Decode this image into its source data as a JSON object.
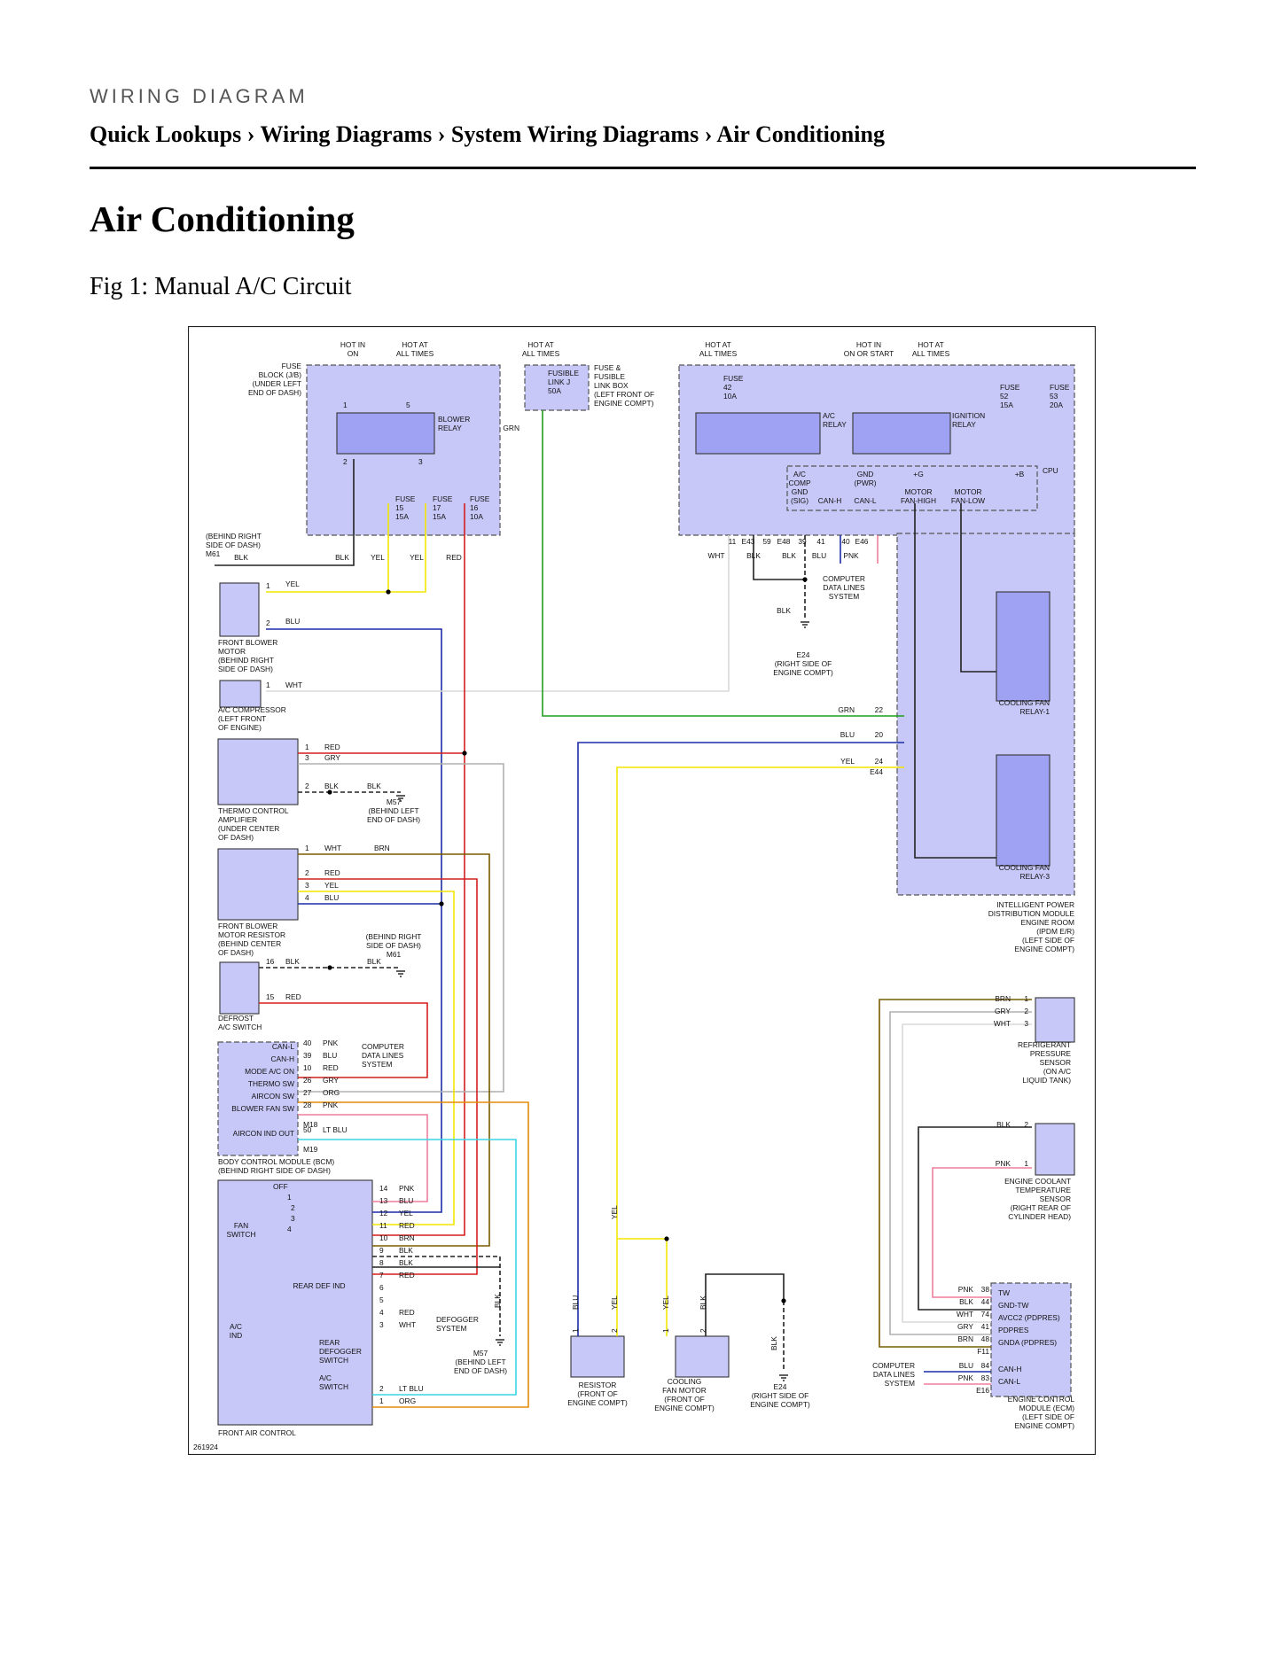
{
  "header": {
    "kicker": "WIRING DIAGRAM",
    "breadcrumb": [
      "Quick Lookups",
      "Wiring Diagrams",
      "System Wiring Diagrams",
      "Air Conditioning"
    ],
    "separator": " › "
  },
  "page_title": "Air Conditioning",
  "figure_caption": "Fig 1: Manual A/C Circuit",
  "diagram": {
    "figure_number": "261924",
    "colors": {
      "module_fill": "#c8c8f8",
      "relay_fill": "#9fa2f2",
      "YEL": "#f2e600",
      "BLU": "#1c2ca8",
      "RED": "#d41e1e",
      "GRY": "#b0b0b0",
      "BLK": "#222222",
      "WHT": "#d8d8d8",
      "BRN": "#7a5a00",
      "GRN": "#1f9e1f",
      "PNK": "#ef7f9a",
      "ORG": "#e58a0a",
      "LTBLU": "#3ad6e6"
    },
    "top_labels": {
      "hot_in_on": "HOT IN\nON",
      "hot_at_all_1": "HOT AT\nALL TIMES",
      "hot_at_all_2": "HOT AT\nALL TIMES",
      "hot_at_all_3": "HOT AT\nALL TIMES",
      "hot_in_on_or_start": "HOT IN\nON OR START",
      "hot_at_all_4": "HOT AT\nALL TIMES"
    },
    "fuse_block": {
      "label": "FUSE\nBLOCK (J/B)\n(UNDER LEFT\nEND OF DASH)",
      "relay": "BLOWER\nRELAY",
      "pins": [
        "1",
        "5",
        "2",
        "3"
      ],
      "fuses": [
        "FUSE\n15\n15A",
        "FUSE\n17\n15A",
        "FUSE\n16\n10A"
      ]
    },
    "fusible_link": {
      "text": "FUSIBLE\nLINK J\n50A",
      "box_label": "FUSE &\nFUSIBLE\nLINK BOX\n(LEFT FRONT OF\nENGINE COMPT)",
      "wire": "GRN"
    },
    "ipdm": {
      "fuse42": "FUSE\n42\n10A",
      "ac_relay": "A/C\nRELAY",
      "ign_relay": "IGNITION\nRELAY",
      "fuse52": "FUSE\n52\n15A",
      "fuse53": "FUSE\n53\n20A",
      "cpu": "CPU",
      "cpu_pins": [
        "A/C\nCOMP",
        "GND\n(PWR)",
        "+G",
        "+B",
        "GND\n(SIG)",
        "CAN-H",
        "CAN-L",
        "MOTOR\nFAN-HIGH",
        "MOTOR\nFAN-LOW"
      ],
      "connector_pins": [
        "11",
        "E43",
        "59",
        "E48",
        "39",
        "41",
        "40",
        "E46"
      ],
      "wires": [
        "WHT",
        "BLK",
        "BLK",
        "BLU",
        "PNK"
      ],
      "cdls": "COMPUTER\nDATA LINES\nSYSTEM",
      "ground_wire": "BLK",
      "ground": "E24\n(RIGHT SIDE OF\nENGINE COMPT)",
      "relay1": "COOLING FAN\nRELAY-1",
      "relay3": "COOLING FAN\nRELAY-3",
      "right_pins": [
        {
          "wire": "GRN",
          "pin": "22"
        },
        {
          "wire": "BLU",
          "pin": "20"
        },
        {
          "wire": "YEL",
          "pin": "24"
        }
      ],
      "conn_e44": "E44",
      "label": "INTELLIGENT POWER\nDISTRIBUTION MODULE\nENGINE ROOM\n(IPDM E/R)\n(LEFT SIDE OF\nENGINE COMPT)"
    },
    "left_components": {
      "ground_m61_top": "(BEHIND RIGHT\nSIDE OF DASH)\nM61",
      "top_wires": [
        "BLK",
        "BLK",
        "YEL",
        "YEL",
        "RED"
      ],
      "blower_motor": {
        "label": "FRONT BLOWER\nMOTOR\n(BEHIND RIGHT\nSIDE OF DASH)",
        "pins": [
          "1",
          "2"
        ],
        "wires": [
          "YEL",
          "BLU"
        ]
      },
      "compressor": {
        "label": "A/C COMPRESSOR\n(LEFT FRONT\nOF ENGINE)",
        "pin": "1",
        "wire": "WHT"
      },
      "thermo": {
        "label": "THERMO CONTROL\nAMPLIFIER\n(UNDER CENTER\nOF DASH)",
        "pins": [
          "1",
          "3",
          "2"
        ],
        "wires": [
          "RED",
          "GRY",
          "BLK",
          "BLK"
        ],
        "ground": "M57\n(BEHIND LEFT\nEND OF DASH)"
      },
      "resistor": {
        "label": "FRONT BLOWER\nMOTOR RESISTOR\n(BEHIND CENTER\nOF DASH)",
        "pins": [
          "1",
          "2",
          "3",
          "4"
        ],
        "wires": [
          "WHT",
          "BRN",
          "RED",
          "YEL",
          "BLU"
        ]
      },
      "defrost": {
        "label": "DEFROST\nA/C SWITCH",
        "pins": [
          "16",
          "15"
        ],
        "wires": [
          "BLK",
          "BLK",
          "RED"
        ],
        "ground": "(BEHIND RIGHT\nSIDE OF DASH)\nM61"
      },
      "bcm": {
        "label": "BODY CONTROL MODULE (BCM)\n(BEHIND RIGHT SIDE OF DASH)",
        "rows": [
          {
            "name": "CAN-L",
            "pin": "40",
            "wire": "PNK"
          },
          {
            "name": "CAN-H",
            "pin": "39",
            "wire": "BLU"
          },
          {
            "name": "MODE A/C ON",
            "pin": "10",
            "wire": "RED"
          },
          {
            "name": "THERMO SW",
            "pin": "26",
            "wire": "GRY"
          },
          {
            "name": "AIRCON SW",
            "pin": "27",
            "wire": "ORG"
          },
          {
            "name": "BLOWER FAN SW",
            "pin": "28",
            "wire": "PNK"
          },
          {
            "name": "AIRCON IND OUT",
            "pin": "50",
            "wire": "LT BLU"
          }
        ],
        "connectors": [
          "M18",
          "M19"
        ],
        "cdls": "COMPUTER\nDATA LINES\nSYSTEM"
      },
      "fac": {
        "label": "FRONT AIR CONTROL",
        "fan_switch": "FAN\nSWITCH",
        "positions": [
          "OFF",
          "1",
          "2",
          "3",
          "4"
        ],
        "rear_def_ind": "REAR DEF IND",
        "ac_ind": "A/C\nIND",
        "rear_def_sw": "REAR\nDEFOGGER\nSWITCH",
        "ac_sw": "A/C\nSWITCH",
        "pins": [
          {
            "pin": "14",
            "wire": "PNK"
          },
          {
            "pin": "13",
            "wire": "BLU"
          },
          {
            "pin": "12",
            "wire": "YEL"
          },
          {
            "pin": "11",
            "wire": "RED"
          },
          {
            "pin": "10",
            "wire": "BRN"
          },
          {
            "pin": "9",
            "wire": "BLK"
          },
          {
            "pin": "8",
            "wire": "BLK"
          },
          {
            "pin": "7",
            "wire": "RED"
          },
          {
            "pin": "6",
            "wire": ""
          },
          {
            "pin": "5",
            "wire": ""
          },
          {
            "pin": "4",
            "wire": "RED"
          },
          {
            "pin": "3",
            "wire": "WHT"
          },
          {
            "pin": "2",
            "wire": "LT BLU"
          },
          {
            "pin": "1",
            "wire": "ORG"
          }
        ],
        "defogger": "DEFOGGER\nSYSTEM",
        "ground": "M57\n(BEHIND LEFT\nEND OF DASH)",
        "ground_wire": "BLK"
      }
    },
    "bottom_components": {
      "resistor": {
        "label": "RESISTOR\n(FRONT OF\nENGINE COMPT)",
        "pins": [
          "1",
          "2"
        ],
        "wires": [
          "BLU",
          "YEL"
        ]
      },
      "yel_label": "YEL",
      "fan_motor": {
        "label": "COOLING\nFAN MOTOR\n(FRONT OF\nENGINE COMPT)",
        "pins": [
          "1",
          "2"
        ],
        "wires": [
          "YEL",
          "BLK"
        ]
      },
      "ground": {
        "label": "E24\n(RIGHT SIDE OF\nENGINE COMPT)",
        "wire": "BLK"
      }
    },
    "right_components": {
      "pressure_sensor": {
        "label": "REFRIGERANT\nPRESSURE\nSENSOR\n(ON A/C\nLIQUID TANK)",
        "pins": [
          {
            "wire": "BRN",
            "pin": "1"
          },
          {
            "wire": "GRY",
            "pin": "2"
          },
          {
            "wire": "WHT",
            "pin": "3"
          }
        ]
      },
      "coolant_sensor": {
        "label": "ENGINE COOLANT\nTEMPERATURE\nSENSOR\n(RIGHT REAR OF\nCYLINDER HEAD)",
        "pins": [
          {
            "wire": "BLK",
            "pin": "2"
          },
          {
            "wire": "PNK",
            "pin": "1"
          }
        ]
      },
      "ecm": {
        "label": "ENGINE CONTROL\nMODULE (ECM)\n(LEFT SIDE OF\nENGINE COMPT)",
        "rows": [
          {
            "wire": "PNK",
            "pin": "38",
            "name": "TW"
          },
          {
            "wire": "BLK",
            "pin": "44",
            "name": "GND-TW"
          },
          {
            "wire": "WHT",
            "pin": "74",
            "name": "AVCC2 (PDPRES)"
          },
          {
            "wire": "GRY",
            "pin": "41",
            "name": "PDPRES"
          },
          {
            "wire": "BRN",
            "pin": "48",
            "name": "GNDA (PDPRES)"
          },
          {
            "wire": "BLU",
            "pin": "84",
            "name": "CAN-H"
          },
          {
            "wire": "PNK",
            "pin": "83",
            "name": "CAN-L"
          }
        ],
        "connectors": [
          "F11",
          "E16"
        ],
        "cdls": "COMPUTER\nDATA LINES\nSYSTEM"
      }
    }
  }
}
